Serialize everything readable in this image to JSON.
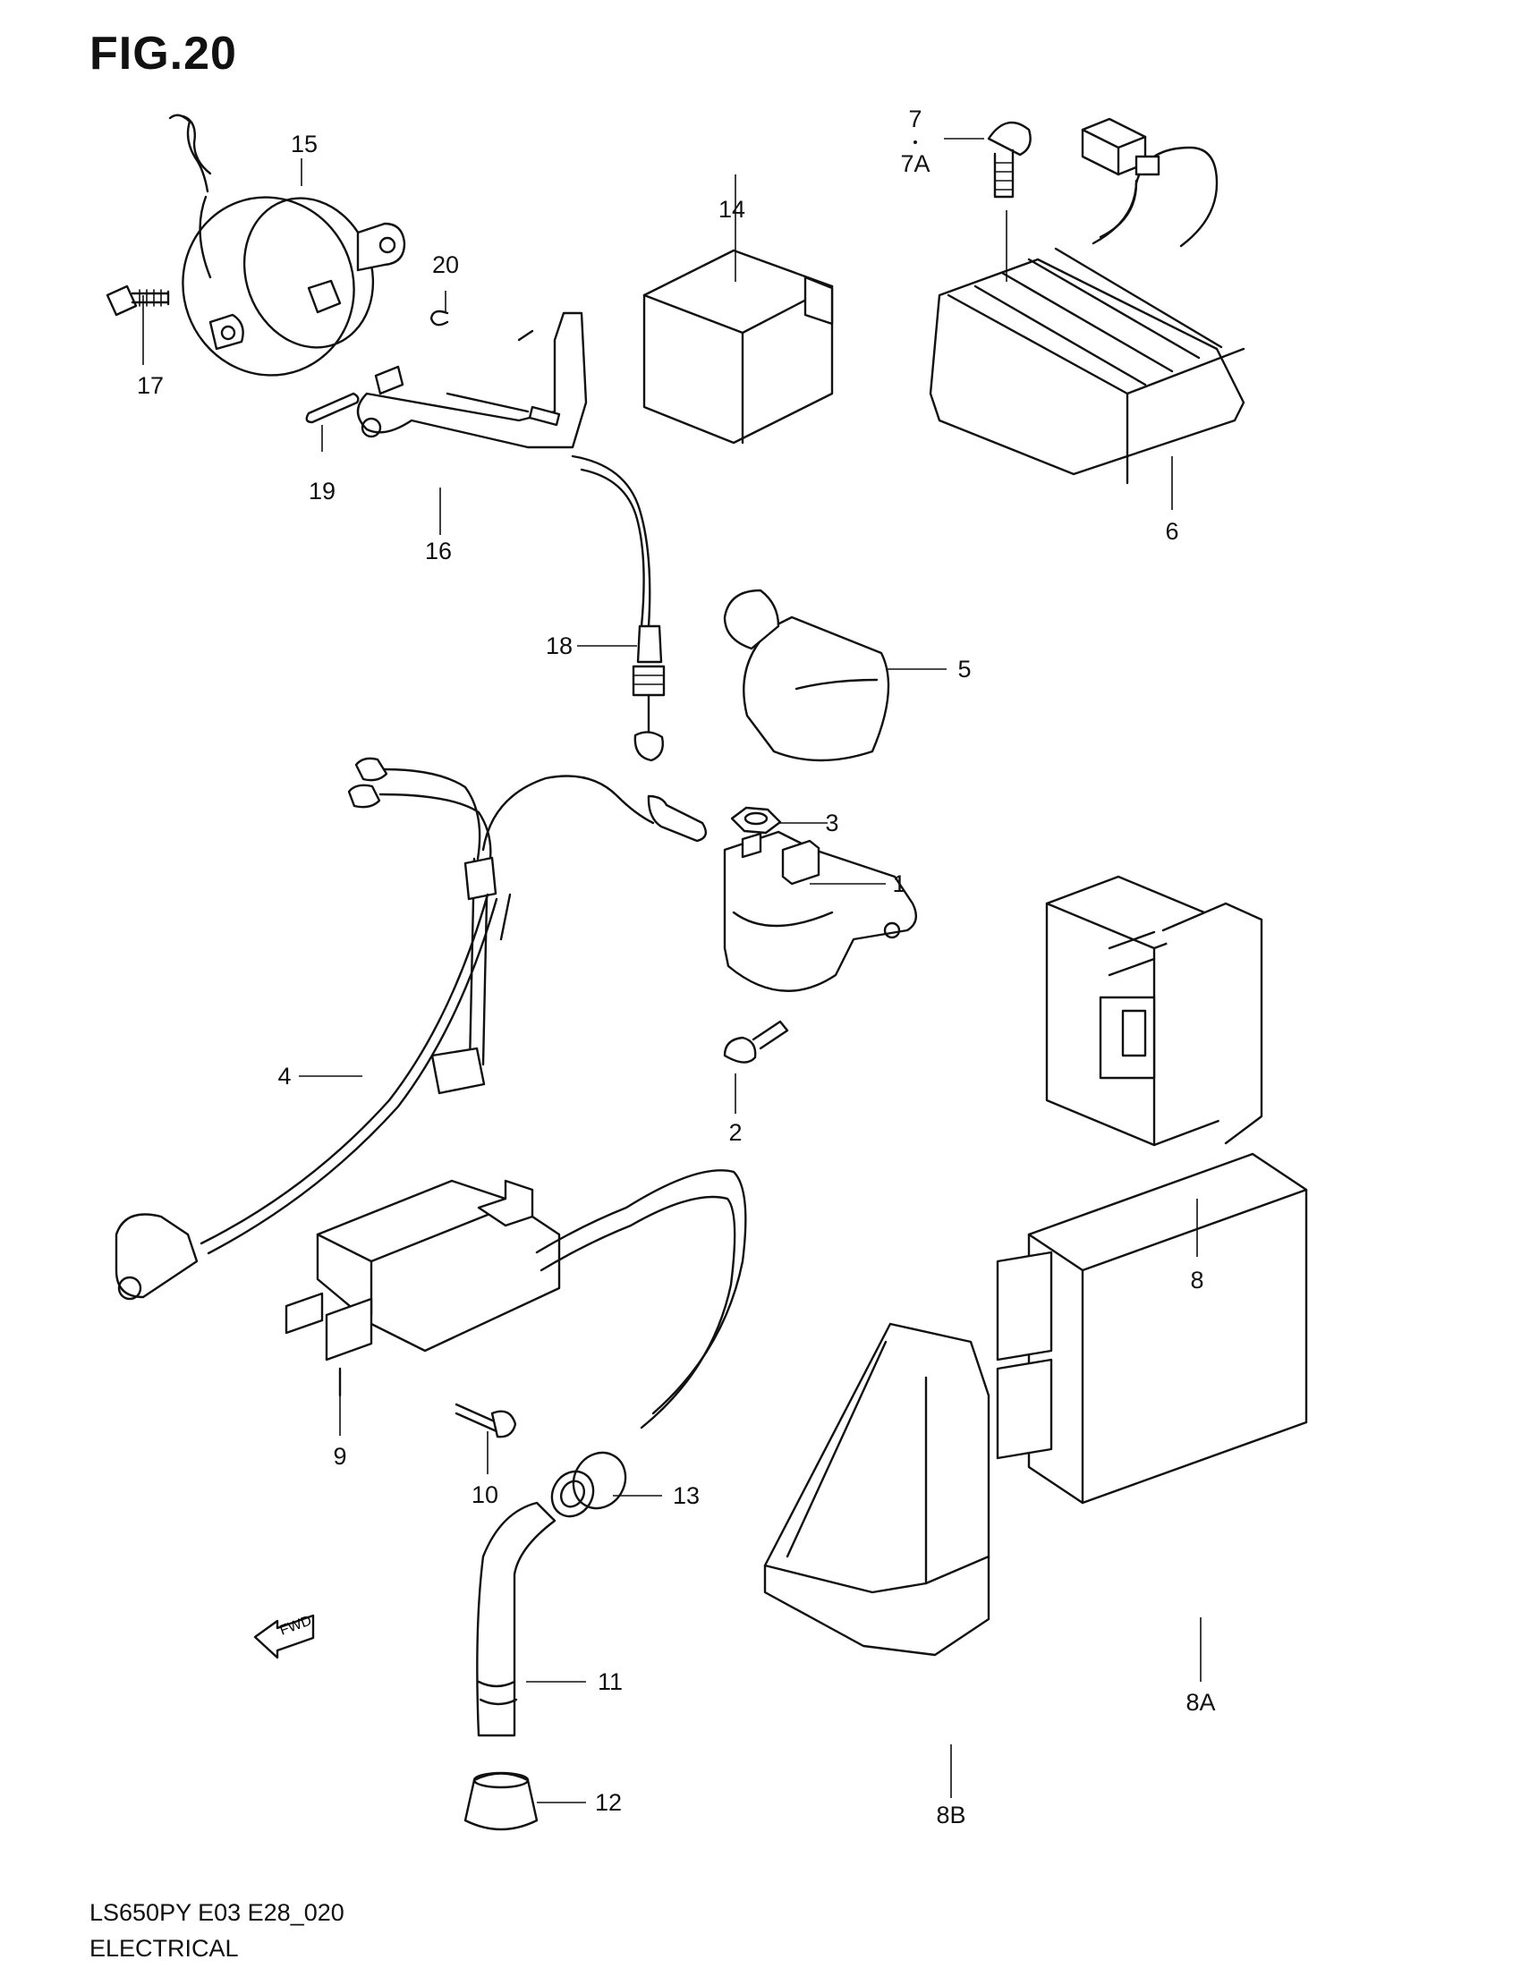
{
  "figure": {
    "title": "FIG.20"
  },
  "footer": {
    "model_code": "LS650PY E03 E28_020",
    "section": "ELECTRICAL"
  },
  "callouts": [
    {
      "id": "p1",
      "text": "1"
    },
    {
      "id": "p2",
      "text": "2"
    },
    {
      "id": "p3",
      "text": "3"
    },
    {
      "id": "p4",
      "text": "4"
    },
    {
      "id": "p5",
      "text": "5"
    },
    {
      "id": "p6",
      "text": "6"
    },
    {
      "id": "p7",
      "text": "7"
    },
    {
      "id": "p7a",
      "text": "7A"
    },
    {
      "id": "p8",
      "text": "8"
    },
    {
      "id": "p8a",
      "text": "8A"
    },
    {
      "id": "p8b",
      "text": "8B"
    },
    {
      "id": "p9",
      "text": "9"
    },
    {
      "id": "p10",
      "text": "10"
    },
    {
      "id": "p11",
      "text": "11"
    },
    {
      "id": "p12",
      "text": "12"
    },
    {
      "id": "p13",
      "text": "13"
    },
    {
      "id": "p14",
      "text": "14"
    },
    {
      "id": "p15",
      "text": "15"
    },
    {
      "id": "p16",
      "text": "16"
    },
    {
      "id": "p17",
      "text": "17"
    },
    {
      "id": "p18",
      "text": "18"
    },
    {
      "id": "p19",
      "text": "19"
    },
    {
      "id": "p20",
      "text": "20"
    }
  ],
  "arrow": {
    "text": "FWD",
    "icon": "forward-arrow-icon"
  }
}
